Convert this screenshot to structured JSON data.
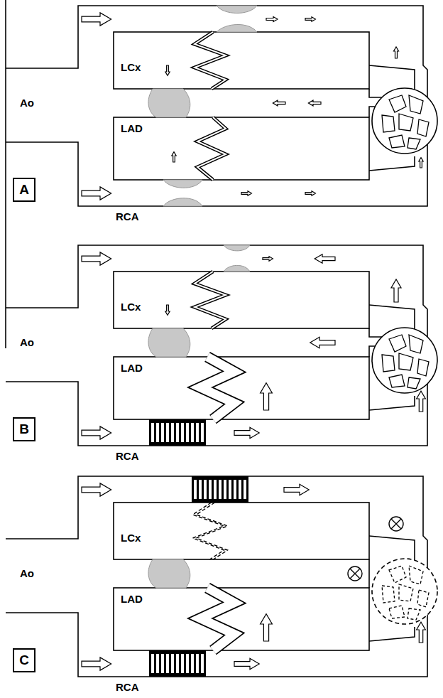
{
  "diagram": {
    "nodes": [
      {
        "text": [
          "A"
        ]
      },
      {
        "text": [
          "B"
        ]
      },
      {
        "text": [
          "C"
        ]
      }
    ],
    "labels": [
      "LCx",
      "Ao",
      "LAD",
      "RCA",
      "LCx",
      "Ao",
      "LAD",
      "RCA",
      "LCx",
      "Ao",
      "LAD",
      "RCA"
    ]
  }
}
